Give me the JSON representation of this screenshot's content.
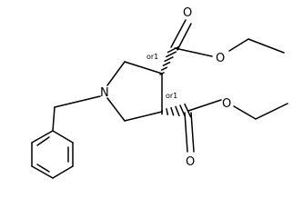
{
  "molecule": {
    "atoms": {
      "nitrogen": "N",
      "oxygen_upper_carbonyl": "O",
      "oxygen_upper_ester": "O",
      "oxygen_lower_ester": "O",
      "oxygen_lower_carbonyl": "O"
    },
    "stereo": {
      "upper": "or1",
      "lower": "or1"
    }
  },
  "colors": {
    "bond": "#000000",
    "text": "#000000",
    "background": "#ffffff"
  }
}
